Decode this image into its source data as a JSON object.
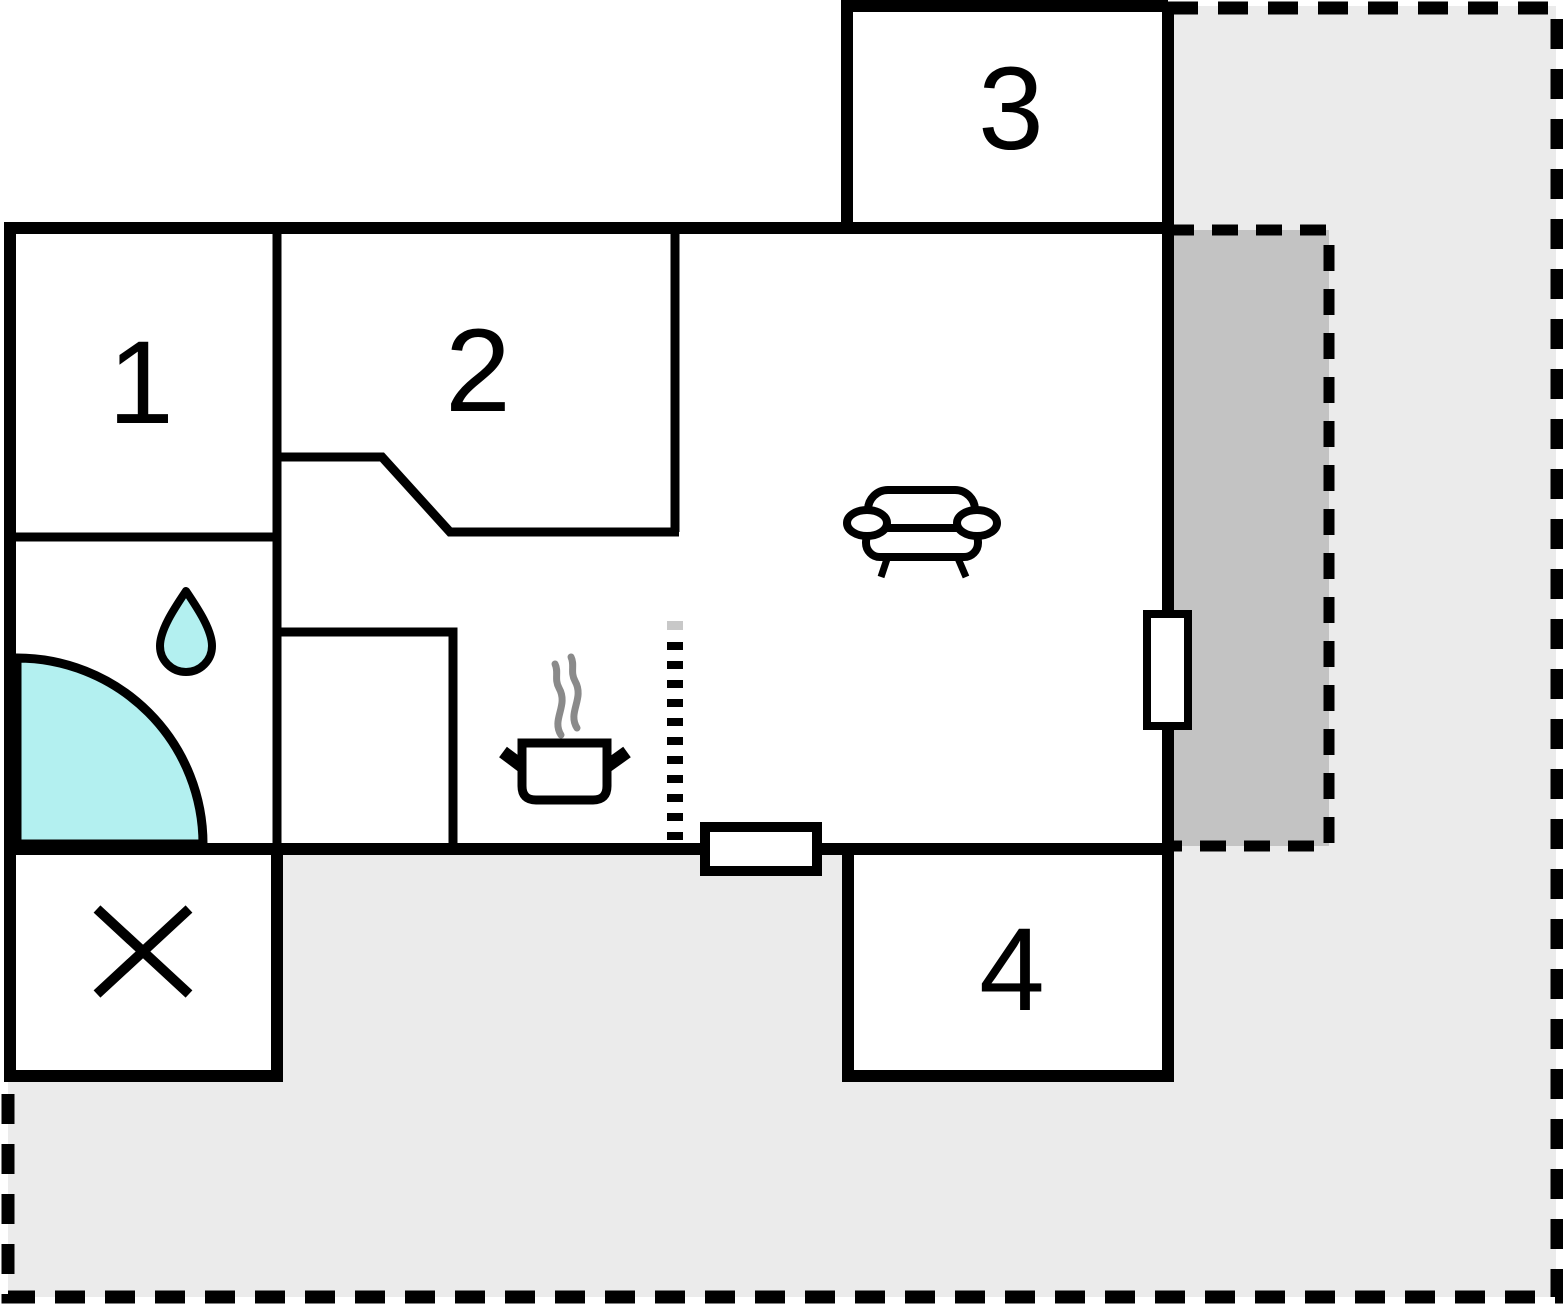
{
  "plan": {
    "type": "floor-plan",
    "rooms": [
      {
        "label": "1"
      },
      {
        "label": "2"
      },
      {
        "label": "3"
      },
      {
        "label": "4"
      }
    ],
    "icons": {
      "bathroom_drop": "water-drop-icon",
      "bathroom_shower": "shower-quarter-circle-icon",
      "storage_cross": "cross-icon",
      "kitchen_pot": "cooking-pot-icon",
      "kitchen_steam": "steam-icon",
      "living_sofa": "sofa-icon"
    },
    "features": {
      "window": "window-in-right-wall",
      "door": "door-in-bottom-wall",
      "divider": "dashed-room-divider",
      "terrace": "open-terrace-dashed-outline",
      "covered_terrace": "covered-terrace-dark"
    }
  },
  "colors": {
    "room": "#ffffff",
    "wall": "#000000",
    "terrace_light": "#ebebeb",
    "terrace_dark": "#c3c3c3",
    "water": "#b3f0f0",
    "steam": "#8a8a8a",
    "divider_faded": "#c8c8c8"
  }
}
